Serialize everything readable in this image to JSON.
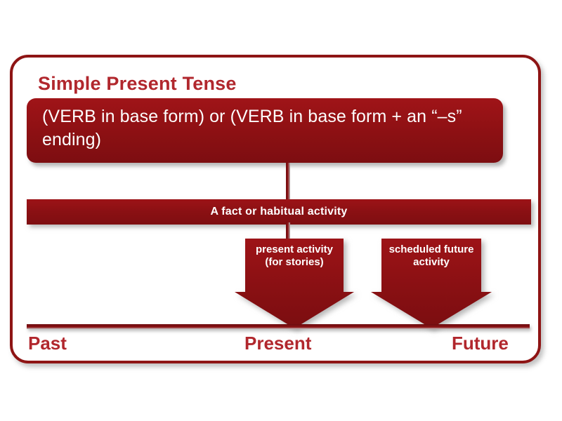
{
  "diagram": {
    "title": "Simple Present Tense",
    "formula_box": {
      "text": "(VERB in base form) or (VERB in base form + an “–s” ending)"
    },
    "fact_bar": {
      "label": "A fact or habitual activity"
    },
    "arrows": [
      {
        "id": "present-activity",
        "label": "present activity (for stories)",
        "points_to": "Present"
      },
      {
        "id": "scheduled-future",
        "label": "scheduled future activity",
        "points_to": "Future"
      }
    ],
    "timeline": {
      "labels": {
        "past": "Past",
        "present": "Present",
        "future": "Future"
      }
    },
    "colors": {
      "brand_red": "#b1272d",
      "box_red": "#8c1013",
      "border_red": "#8e1414",
      "text_white": "#ffffff",
      "page_background": "#ffffff"
    }
  }
}
